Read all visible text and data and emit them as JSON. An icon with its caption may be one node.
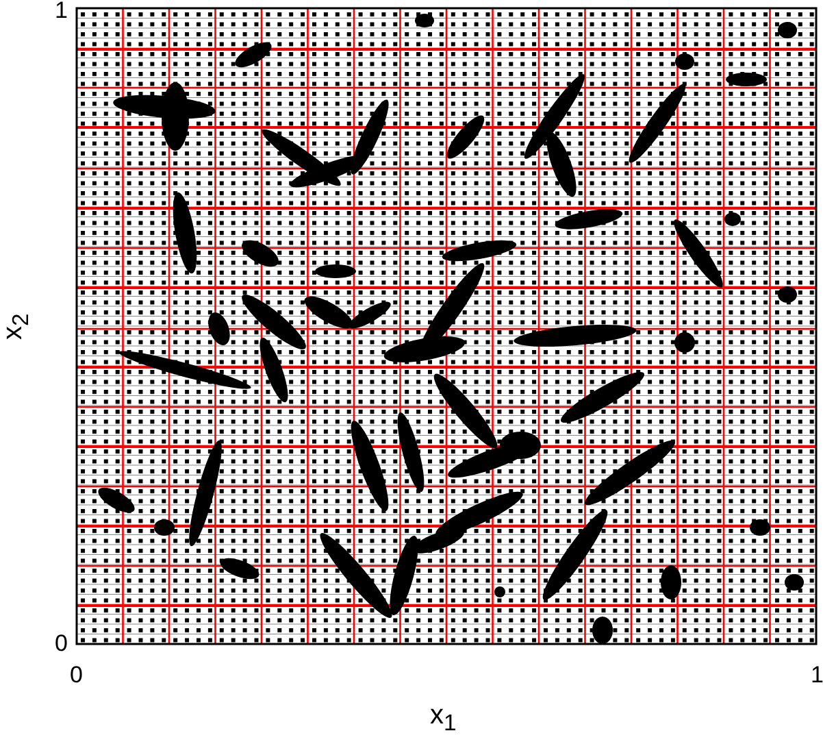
{
  "diagram": {
    "labels": [
      "1",
      "0",
      "0",
      "1",
      "x$_{1}$",
      "x$_{2}$"
    ]
  }
}
